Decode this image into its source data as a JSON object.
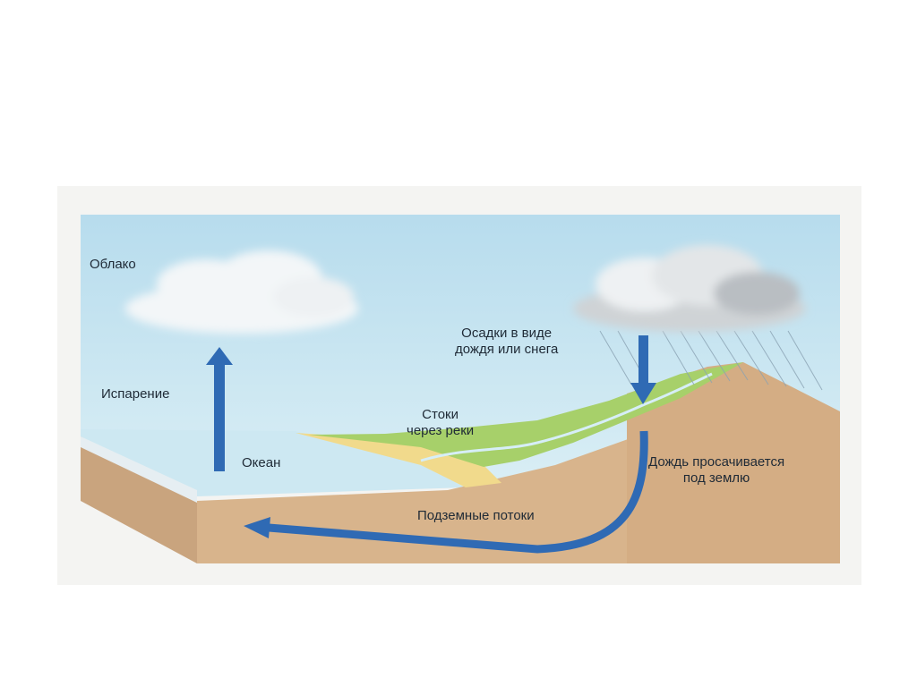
{
  "labels": {
    "cloud": "Облако",
    "evaporation": "Испарение",
    "precipitation_line1": "Осадки в виде",
    "precipitation_line2": "дождя или снега",
    "runoff_line1": "Стоки",
    "runoff_line2": "через реки",
    "ocean": "Океан",
    "seepage_line1": "Дождь просачивается",
    "seepage_line2": "под землю",
    "groundwater": "Подземные потоки"
  },
  "colors": {
    "sky": "#bfe0ef",
    "ocean": "#cfe9f3",
    "soil": "#d8b48c",
    "grass": "#a9d26a",
    "sand": "#f2dc8e",
    "arrow": "#2f6ab4",
    "cloud": "#f3f6f8",
    "rain_cloud": "#c9ccd0"
  },
  "icons": {
    "evaporation_arrow": "arrow-up-icon",
    "precipitation_arrow": "arrow-down-icon",
    "groundwater_arrow": "curved-arrow-left-icon"
  }
}
